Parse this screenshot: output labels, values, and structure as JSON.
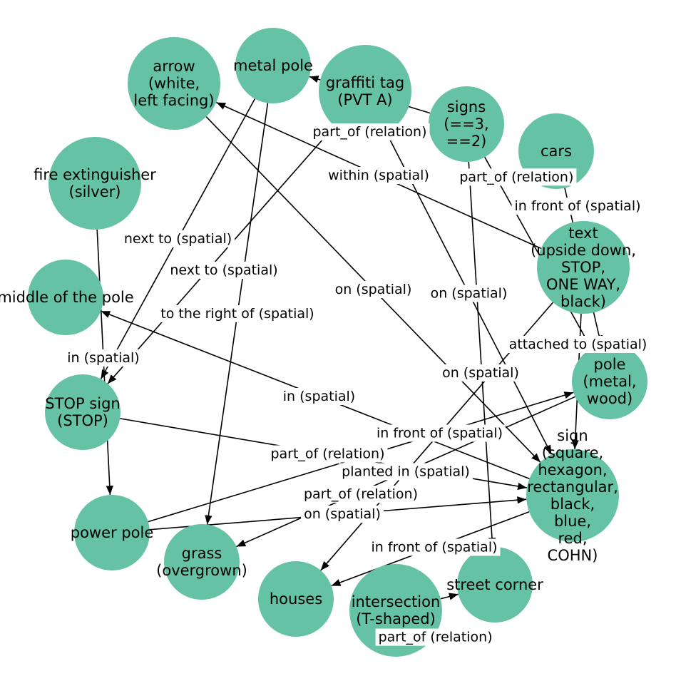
{
  "colors": {
    "node": "#66c2a5",
    "edge": "#000000",
    "background": "#ffffff"
  },
  "nodes": [
    {
      "id": "arrow",
      "lines": [
        "arrow",
        "(white,",
        "left facing)"
      ]
    },
    {
      "id": "metal_pole",
      "lines": [
        "metal pole"
      ]
    },
    {
      "id": "graffiti",
      "lines": [
        "graffiti tag",
        "(PVT A)"
      ]
    },
    {
      "id": "signs",
      "lines": [
        "signs",
        "(==3,",
        "==2)"
      ]
    },
    {
      "id": "cars",
      "lines": [
        "cars"
      ]
    },
    {
      "id": "fire",
      "lines": [
        "fire extinguisher",
        "(silver)"
      ]
    },
    {
      "id": "text",
      "lines": [
        "text",
        "(upside down,",
        "STOP,",
        "ONE WAY,",
        "black)"
      ]
    },
    {
      "id": "middle",
      "lines": [
        "middle of the pole"
      ]
    },
    {
      "id": "pole",
      "lines": [
        "pole",
        "(metal,",
        "wood)"
      ]
    },
    {
      "id": "stop",
      "lines": [
        "STOP sign",
        "(STOP)"
      ]
    },
    {
      "id": "sign",
      "lines": [
        "sign",
        "(square,",
        "hexagon,",
        "rectangular,",
        "black,",
        "blue,",
        "red,",
        "COHN)"
      ]
    },
    {
      "id": "power",
      "lines": [
        "power pole"
      ]
    },
    {
      "id": "grass",
      "lines": [
        "grass",
        "(overgrown)"
      ]
    },
    {
      "id": "houses",
      "lines": [
        "houses"
      ]
    },
    {
      "id": "intersection",
      "lines": [
        "intersection",
        "(T-shaped)"
      ]
    },
    {
      "id": "corner",
      "lines": [
        "street corner"
      ]
    }
  ],
  "edges": [
    {
      "source": "text",
      "target": "arrow",
      "label": "within (spatial)"
    },
    {
      "source": "metal_pole",
      "target": "stop",
      "label": "next to (spatial)"
    },
    {
      "source": "graffiti",
      "target": "stop",
      "label": "next to (spatial)"
    },
    {
      "source": "metal_pole",
      "target": "grass",
      "label": "to the right of (spatial)"
    },
    {
      "source": "fire",
      "target": "power",
      "label": "in (spatial)"
    },
    {
      "source": "sign",
      "target": "middle",
      "label": "in (spatial)"
    },
    {
      "source": "arrow",
      "target": "sign",
      "label": "on (spatial)"
    },
    {
      "source": "graffiti",
      "target": "sign",
      "label": "on (spatial)"
    },
    {
      "source": "signs",
      "target": "metal_pole",
      "label": "part_of (relation)"
    },
    {
      "source": "signs",
      "target": "pole",
      "label": "part_of (relation)"
    },
    {
      "source": "signs",
      "target": "corner",
      "label": "on (spatial)"
    },
    {
      "source": "text",
      "target": "sign",
      "label": "attached to (spatial)"
    },
    {
      "source": "cars",
      "target": "pole",
      "label": "in front of (spatial)"
    },
    {
      "source": "text",
      "target": "houses",
      "label": "in front of (spatial)"
    },
    {
      "source": "stop",
      "target": "sign",
      "label": "part_of (relation)"
    },
    {
      "source": "power",
      "target": "pole",
      "label": "part_of (relation)"
    },
    {
      "source": "pole",
      "target": "grass",
      "label": "planted in (spatial)"
    },
    {
      "source": "power",
      "target": "sign",
      "label": "on (spatial)"
    },
    {
      "source": "sign",
      "target": "houses",
      "label": "in front of (spatial)"
    },
    {
      "source": "intersection",
      "target": "corner",
      "label": "part_of (relation)"
    }
  ]
}
